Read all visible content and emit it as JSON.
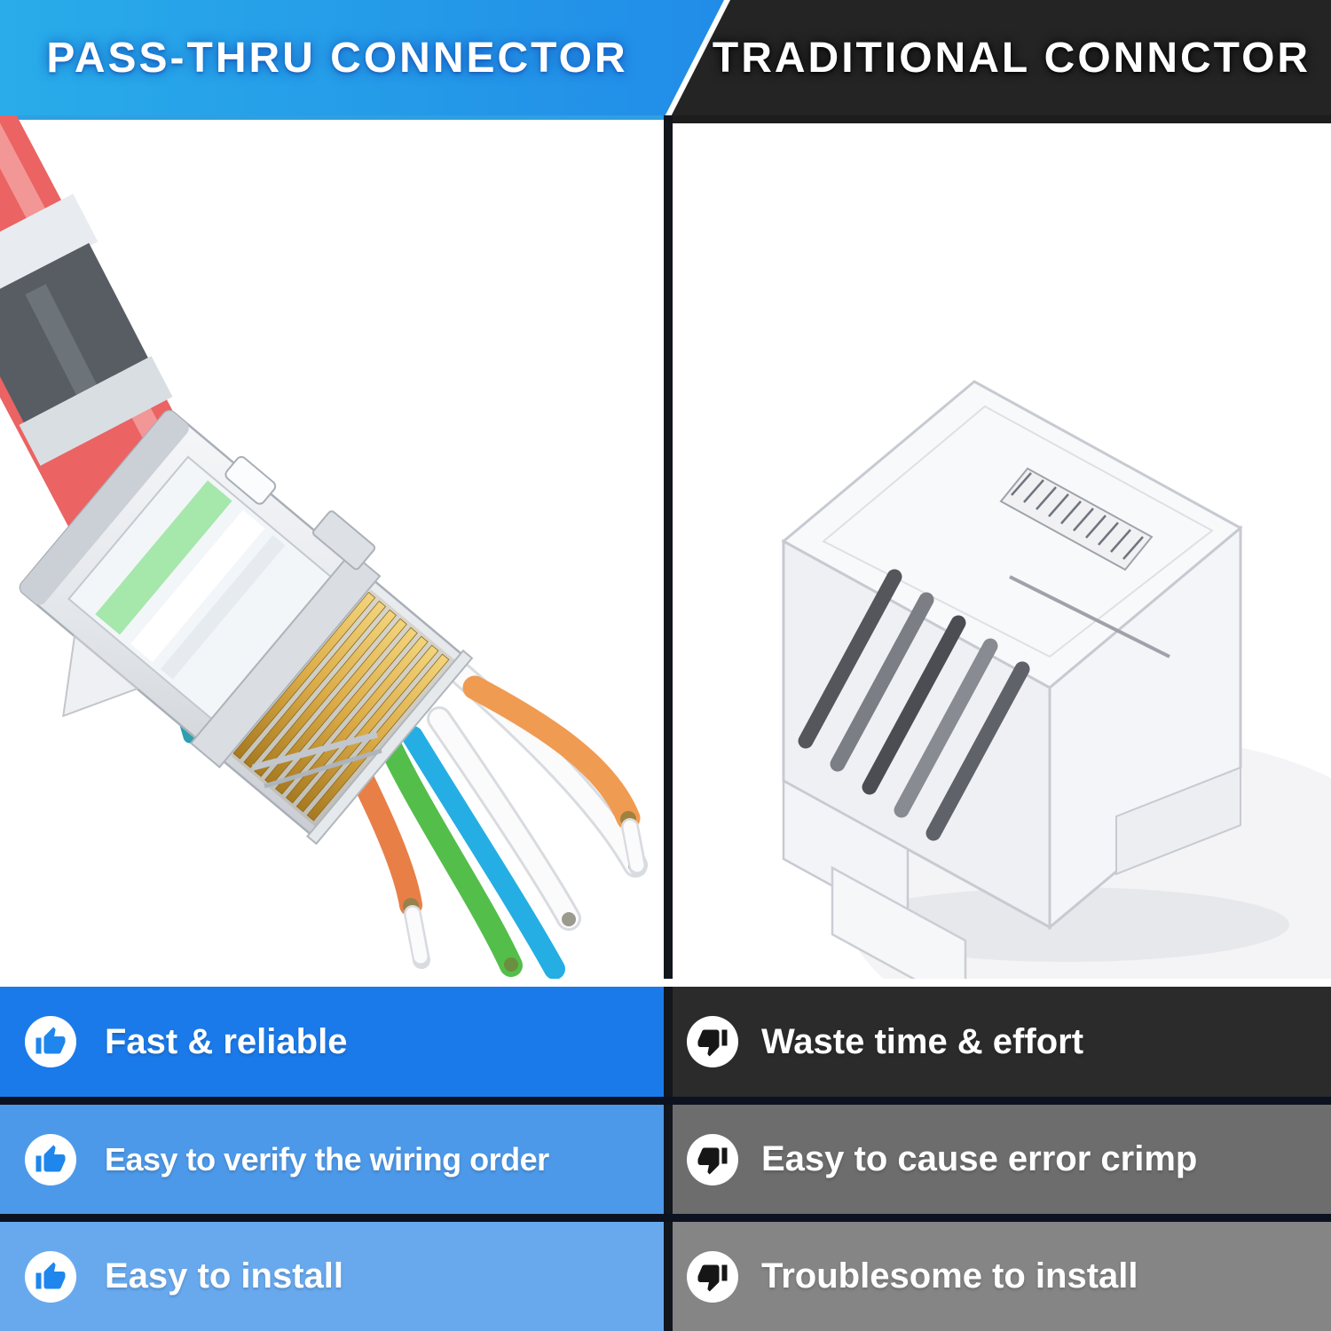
{
  "header": {
    "left_title": "PASS-THRU CONNECTOR",
    "right_title": "TRADITIONAL CONNCTOR"
  },
  "rows": [
    {
      "left": {
        "icon": "thumb-up-icon",
        "label": "Fast & reliable"
      },
      "right": {
        "icon": "thumb-down-icon",
        "label": "Waste time & effort"
      }
    },
    {
      "left": {
        "icon": "thumb-up-icon",
        "label": "Easy to verify the wiring order"
      },
      "right": {
        "icon": "thumb-down-icon",
        "label": "Easy to cause error crimp"
      }
    },
    {
      "left": {
        "icon": "thumb-up-icon",
        "label": "Easy to install"
      },
      "right": {
        "icon": "thumb-down-icon",
        "label": "Troublesome to install"
      }
    }
  ],
  "photos": {
    "left": {
      "name": "pass-thru-connector-photo",
      "subject": "Shielded pass-through RJ45 plug on a red cable, wires exiting the front",
      "wire_colors": [
        "#E87F47",
        "#54BE4B",
        "#25AEE4",
        "#F4F4F6",
        "#F4F4F6",
        "#F09B52"
      ]
    },
    "right": {
      "name": "traditional-connector-photo",
      "subject": "Clear traditional RJ45 plug"
    }
  },
  "colors": {
    "header_left_gradient": [
      "#29ACE9",
      "#1C6FE8"
    ],
    "header_right_bg": "#242424",
    "row_left_bg": [
      "#1B7AE9",
      "#4D99E9",
      "#68A9EE"
    ],
    "row_right_bg": [
      "#2B2B2B",
      "#6D6D6D",
      "#858585"
    ],
    "row_separator": "#0C1220",
    "panel_divider": "#12161D",
    "thumb_up": "#1E86EC",
    "thumb_down": "#161616",
    "cable_red": "#EB6363",
    "gold_pins": "#DCAC48"
  }
}
